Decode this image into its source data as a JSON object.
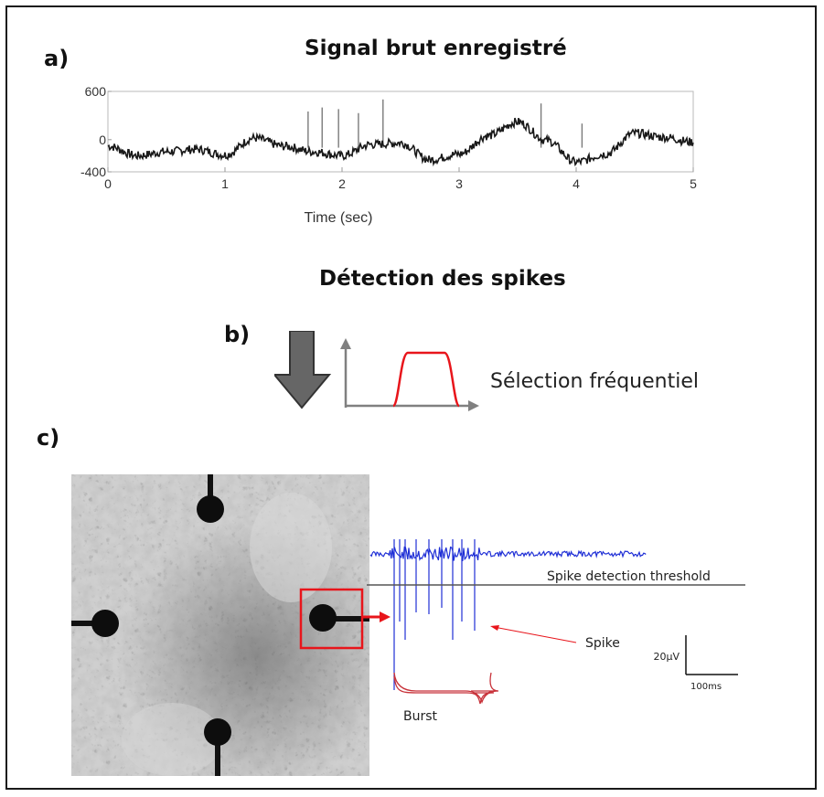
{
  "panel_a": {
    "label": "a)",
    "title": "Signal brut enregistré",
    "chart_data": {
      "type": "line",
      "title": "Signal brut enregistré",
      "xlabel": "Time (sec)",
      "ylabel": "",
      "xlim": [
        0,
        5
      ],
      "ylim": [
        -400,
        600
      ],
      "x_ticks": [
        "0",
        "1",
        "2",
        "3",
        "4",
        "5"
      ],
      "y_ticks": [
        "600",
        "0",
        "-400"
      ],
      "series": [
        {
          "x": [
            0,
            0.25,
            0.5,
            0.75,
            1.0,
            1.25,
            1.5,
            1.75,
            2.0,
            2.25,
            2.5,
            2.75,
            3.0,
            3.25,
            3.5,
            3.75,
            4.0,
            4.25,
            4.5,
            4.75,
            5.0
          ],
          "values": [
            -80,
            -200,
            -150,
            -120,
            -190,
            20,
            -80,
            -150,
            -200,
            -60,
            -40,
            -250,
            -180,
            50,
            220,
            -10,
            -280,
            -180,
            80,
            30,
            -30
          ]
        }
      ],
      "spikes": [
        {
          "x": 1.71,
          "y": 350
        },
        {
          "x": 1.83,
          "y": 400
        },
        {
          "x": 1.97,
          "y": 380
        },
        {
          "x": 2.14,
          "y": 330
        },
        {
          "x": 2.35,
          "y": 500
        },
        {
          "x": 3.7,
          "y": 450
        },
        {
          "x": 4.05,
          "y": 200
        }
      ],
      "grid": false
    }
  },
  "section_b": {
    "heading": "Détection des spikes",
    "label": "b)",
    "filter_label": "Sélection fréquentiel",
    "colors": {
      "arrow": "#606060",
      "filter": "#e8151b",
      "axes": "#808080"
    }
  },
  "panel_c": {
    "label": "c)",
    "threshold_label": "Spike detection threshold",
    "spike_label": "Spike",
    "burst_label": "Burst",
    "scale_v": "20µV",
    "scale_t": "100ms",
    "colors": {
      "trace": "#1f2fd6",
      "highlight": "#e8151b",
      "threshold": "#555555"
    }
  }
}
